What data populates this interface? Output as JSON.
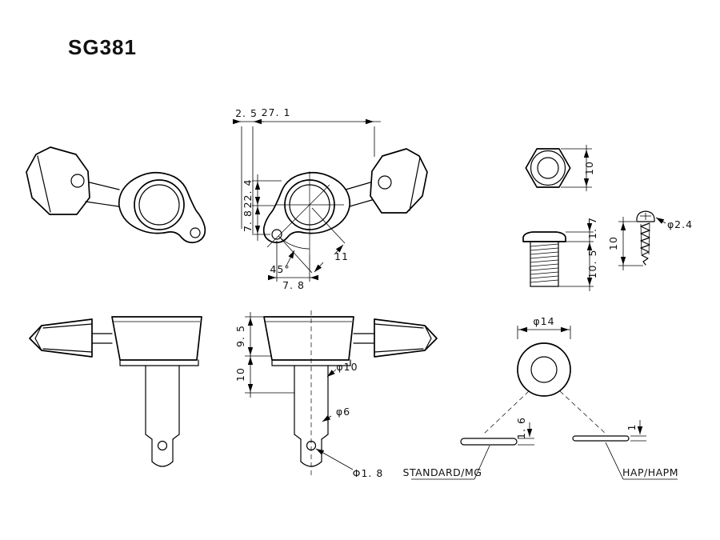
{
  "title": "SG381",
  "side_view": {
    "dim_2_5": "2. 5",
    "dim_27_1": "27. 1",
    "dim_22_4": "22. 4",
    "dim_7_8_vertical": "7. 8",
    "dim_angle": "45°",
    "dim_11": "11",
    "dim_7_8_horizontal": "7. 8"
  },
  "hex_nut": {
    "dim_across_flats": "10"
  },
  "bushing": {
    "dim_flange_height": "1. 7",
    "dim_body_length": "10. 5"
  },
  "screw": {
    "dim_head_dia": "φ2.4",
    "dim_length": "10"
  },
  "front_view": {
    "dim_9_5": "9. 5",
    "dim_10": "10",
    "dim_phi_10": "φ10",
    "dim_phi_6": "φ6",
    "dim_phi_1_8": "Φ1. 8"
  },
  "washer": {
    "dim_phi_14": "φ14",
    "dim_thickness_standard": "1. 6",
    "dim_thickness_hap": "1",
    "label_standard": "STANDARD/MG",
    "label_hap": "HAP/HAPM"
  }
}
